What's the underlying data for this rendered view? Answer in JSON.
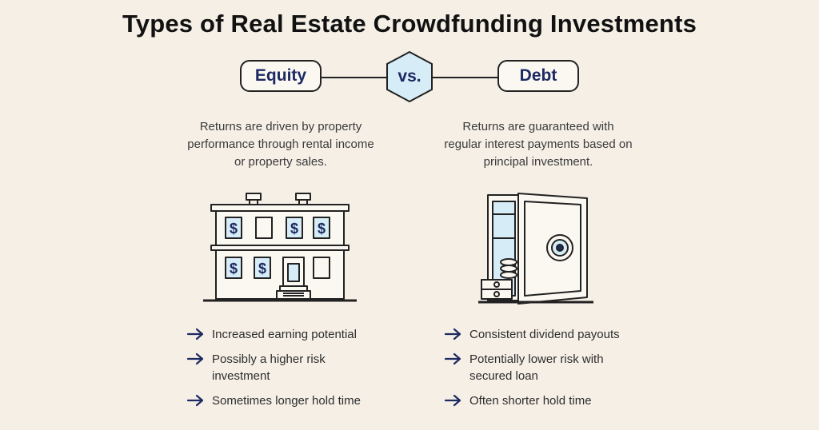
{
  "title": "Types of Real Estate Crowdfunding Investments",
  "vs_label": "vs.",
  "equity": {
    "label": "Equity",
    "description": "Returns are driven by property performance through rental income or property sales.",
    "bullets": [
      "Increased earning potential",
      "Possibly a higher risk investment",
      "Sometimes longer hold time"
    ]
  },
  "debt": {
    "label": "Debt",
    "description": "Returns are guaranteed with regular interest payments based on principal investment.",
    "bullets": [
      "Consistent dividend payouts",
      "Potentially lower risk with secured loan",
      "Often shorter hold time"
    ]
  },
  "colors": {
    "background": "#f5efe6",
    "accent_navy": "#1d2a63",
    "accent_lightblue": "#d6ecf6"
  },
  "icons": {
    "equity_illustration": "apartment-building-icon",
    "debt_illustration": "vault-safe-icon",
    "bullet_icon": "arrow-right-icon"
  }
}
